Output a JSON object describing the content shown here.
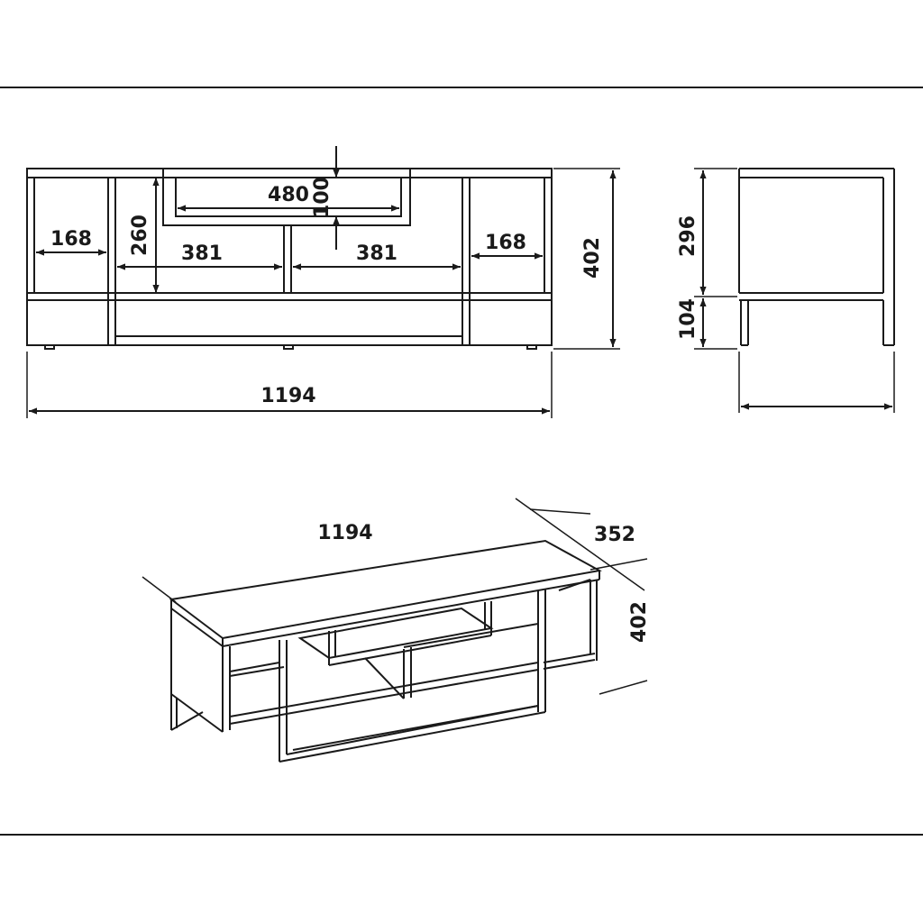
{
  "front_view": {
    "side_shelf_width_left": "168",
    "side_shelf_width_right": "168",
    "center_top_shelf_width": "480",
    "center_top_shelf_height": "100",
    "center_height": "260",
    "center_left_width": "381",
    "center_right_width": "381",
    "total_height": "402",
    "total_width": "1194"
  },
  "side_view": {
    "upper_height": "296",
    "leg_height": "104"
  },
  "iso_view": {
    "width": "1194",
    "depth": "352",
    "height": "402"
  }
}
